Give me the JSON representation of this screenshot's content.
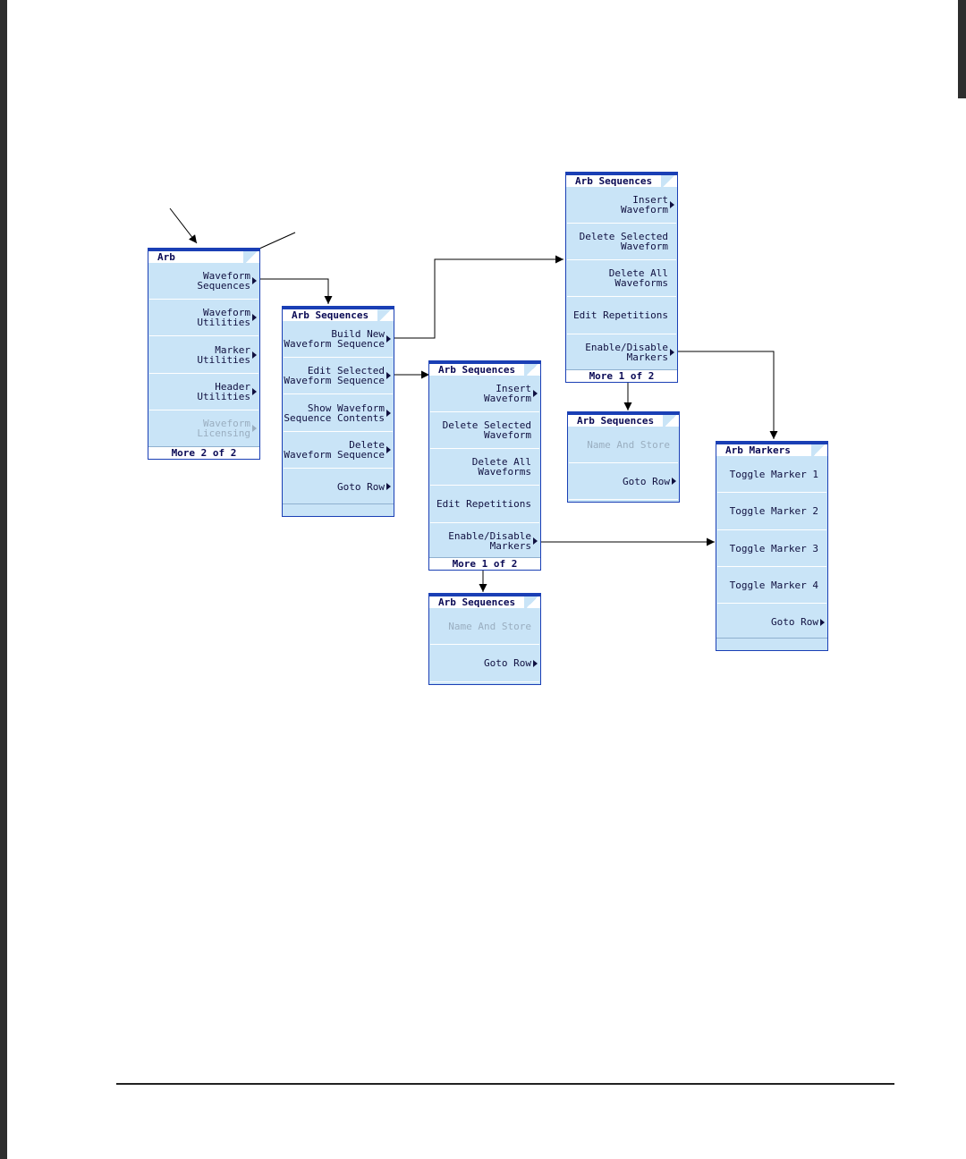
{
  "colors": {
    "panel_bg": "#c9e4f7",
    "panel_border": "#1a3fb5",
    "title_text": "#0a0a55",
    "dim_text": "#9aaec0"
  },
  "menus": {
    "arb": {
      "title": "Arb",
      "keys": [
        "Waveform\nSequences",
        "Waveform\nUtilities",
        "Marker\nUtilities",
        "Header\nUtilities",
        "Waveform\nLicensing"
      ],
      "footer": "More 2 of 2"
    },
    "seq_main": {
      "title": "Arb Sequences",
      "keys": [
        "Build New\nWaveform Sequence",
        "Edit Selected\nWaveform Sequence",
        "Show Waveform\nSequence Contents",
        "Delete\nWaveform Sequence",
        "Goto Row"
      ]
    },
    "seq_edit_mid": {
      "title": "Arb Sequences",
      "keys": [
        "Insert\nWaveform",
        "Delete Selected\nWaveform",
        "Delete All\nWaveforms",
        "Edit Repetitions",
        "Enable/Disable\nMarkers"
      ],
      "footer": "More 1 of 2"
    },
    "seq_edit_top": {
      "title": "Arb Sequences",
      "keys": [
        "Insert\nWaveform",
        "Delete Selected\nWaveform",
        "Delete All\nWaveforms",
        "Edit Repetitions",
        "Enable/Disable\nMarkers"
      ],
      "footer": "More 1 of 2"
    },
    "seq_page2_top": {
      "title": "Arb Sequences",
      "keys": [
        "Name And Store",
        "Goto Row"
      ]
    },
    "seq_page2_mid": {
      "title": "Arb Sequences",
      "keys": [
        "Name And Store",
        "Goto Row"
      ]
    },
    "markers": {
      "title": "Arb Markers",
      "keys": [
        "Toggle Marker 1",
        "Toggle Marker 2",
        "Toggle Marker 3",
        "Toggle Marker 4",
        "Goto Row"
      ]
    }
  }
}
